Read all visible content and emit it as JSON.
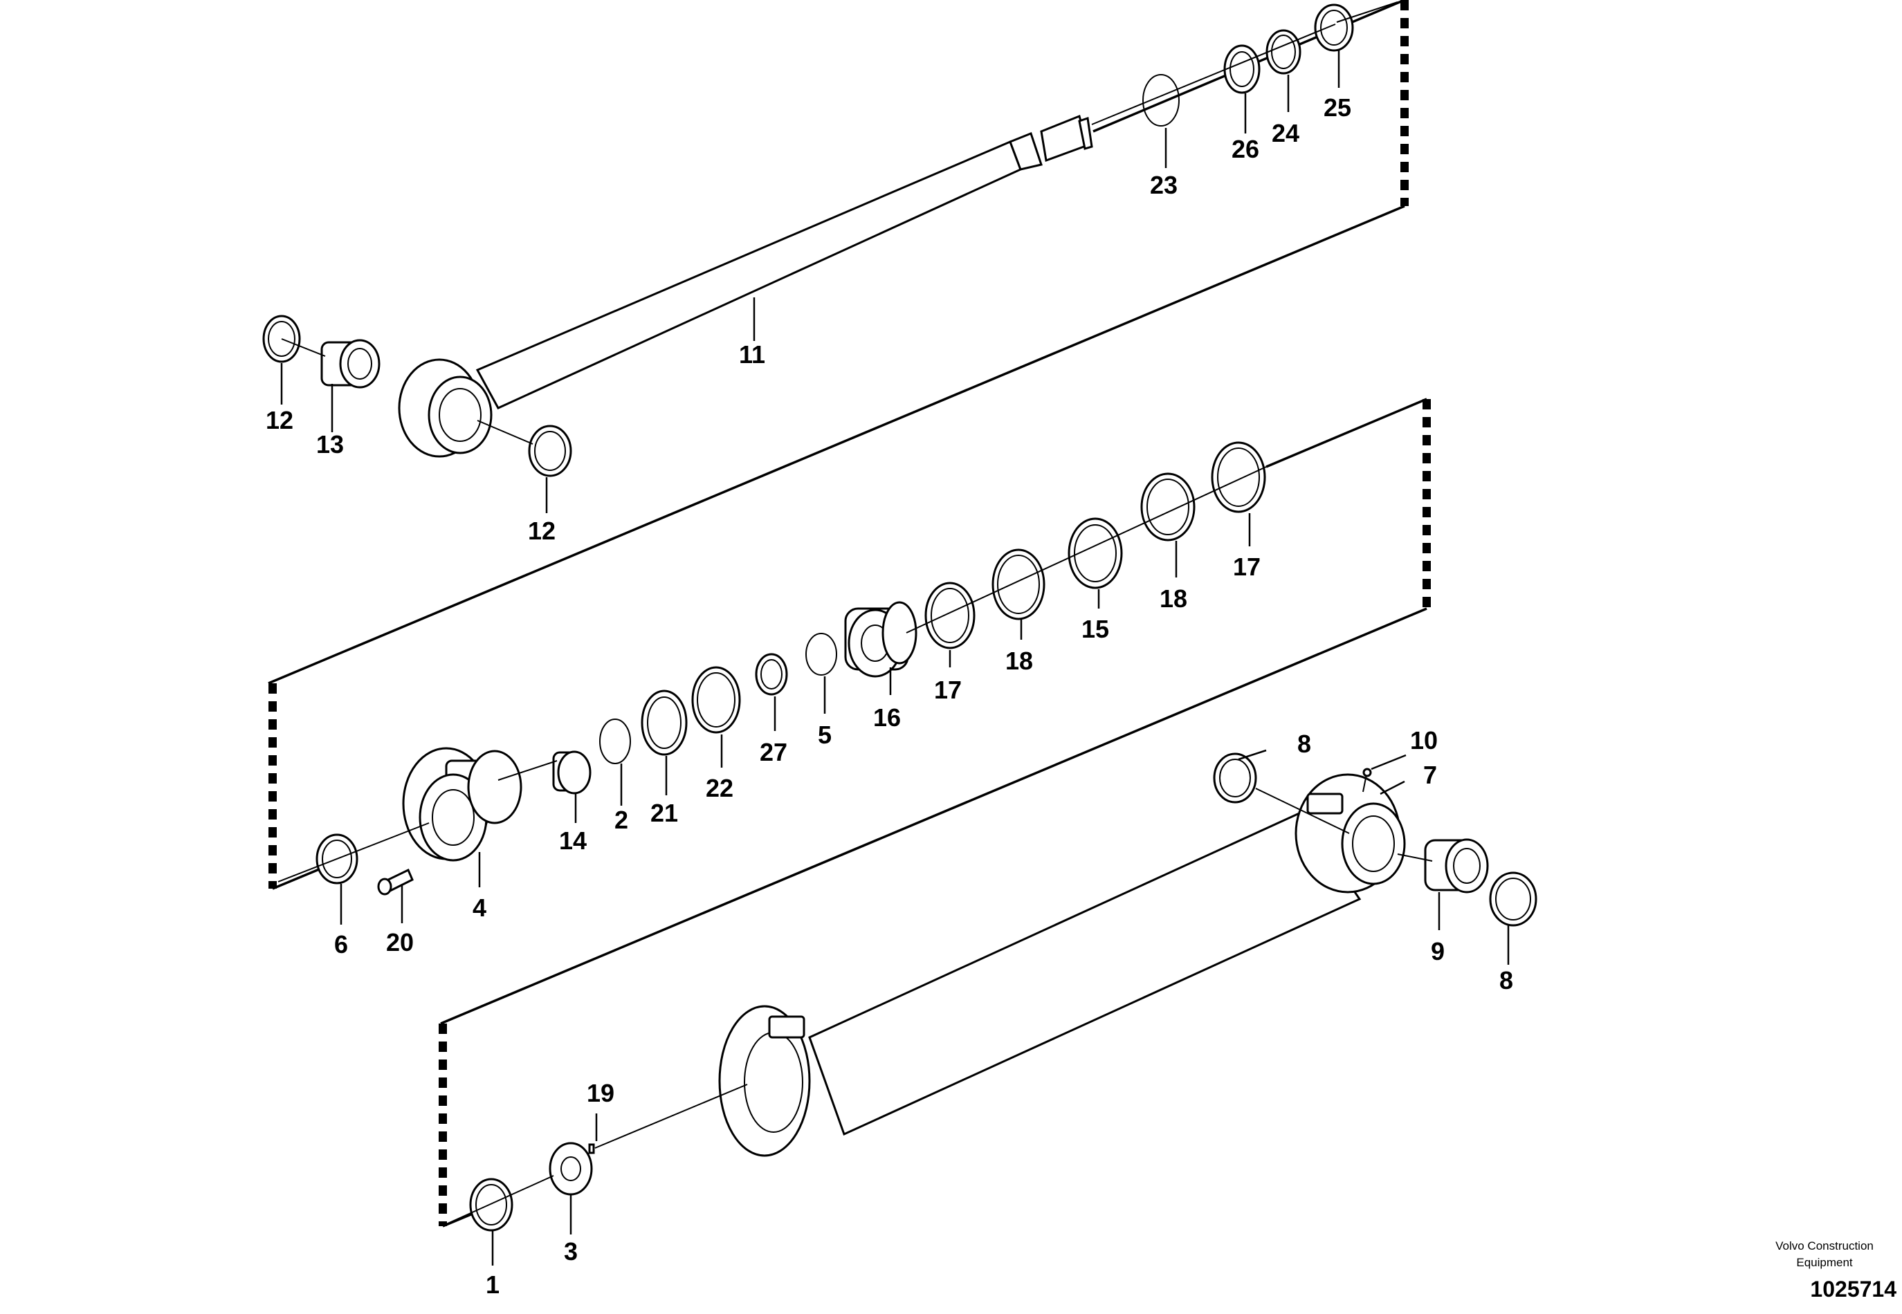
{
  "publisher": {
    "line1": "Volvo Construction",
    "line2": "Equipment"
  },
  "document_number": "1025714",
  "callouts": {
    "c1": "1",
    "c2": "2",
    "c3": "3",
    "c4": "4",
    "c5": "5",
    "c6": "6",
    "c7": "7",
    "c8a": "8",
    "c8b": "8",
    "c9": "9",
    "c10": "10",
    "c11": "11",
    "c12a": "12",
    "c12b": "12",
    "c13": "13",
    "c14": "14",
    "c15": "15",
    "c16": "16",
    "c17a": "17",
    "c17b": "17",
    "c18a": "18",
    "c18b": "18",
    "c19": "19",
    "c20": "20",
    "c21": "21",
    "c22": "22",
    "c23": "23",
    "c24": "24",
    "c25": "25",
    "c26": "26",
    "c27": "27"
  }
}
